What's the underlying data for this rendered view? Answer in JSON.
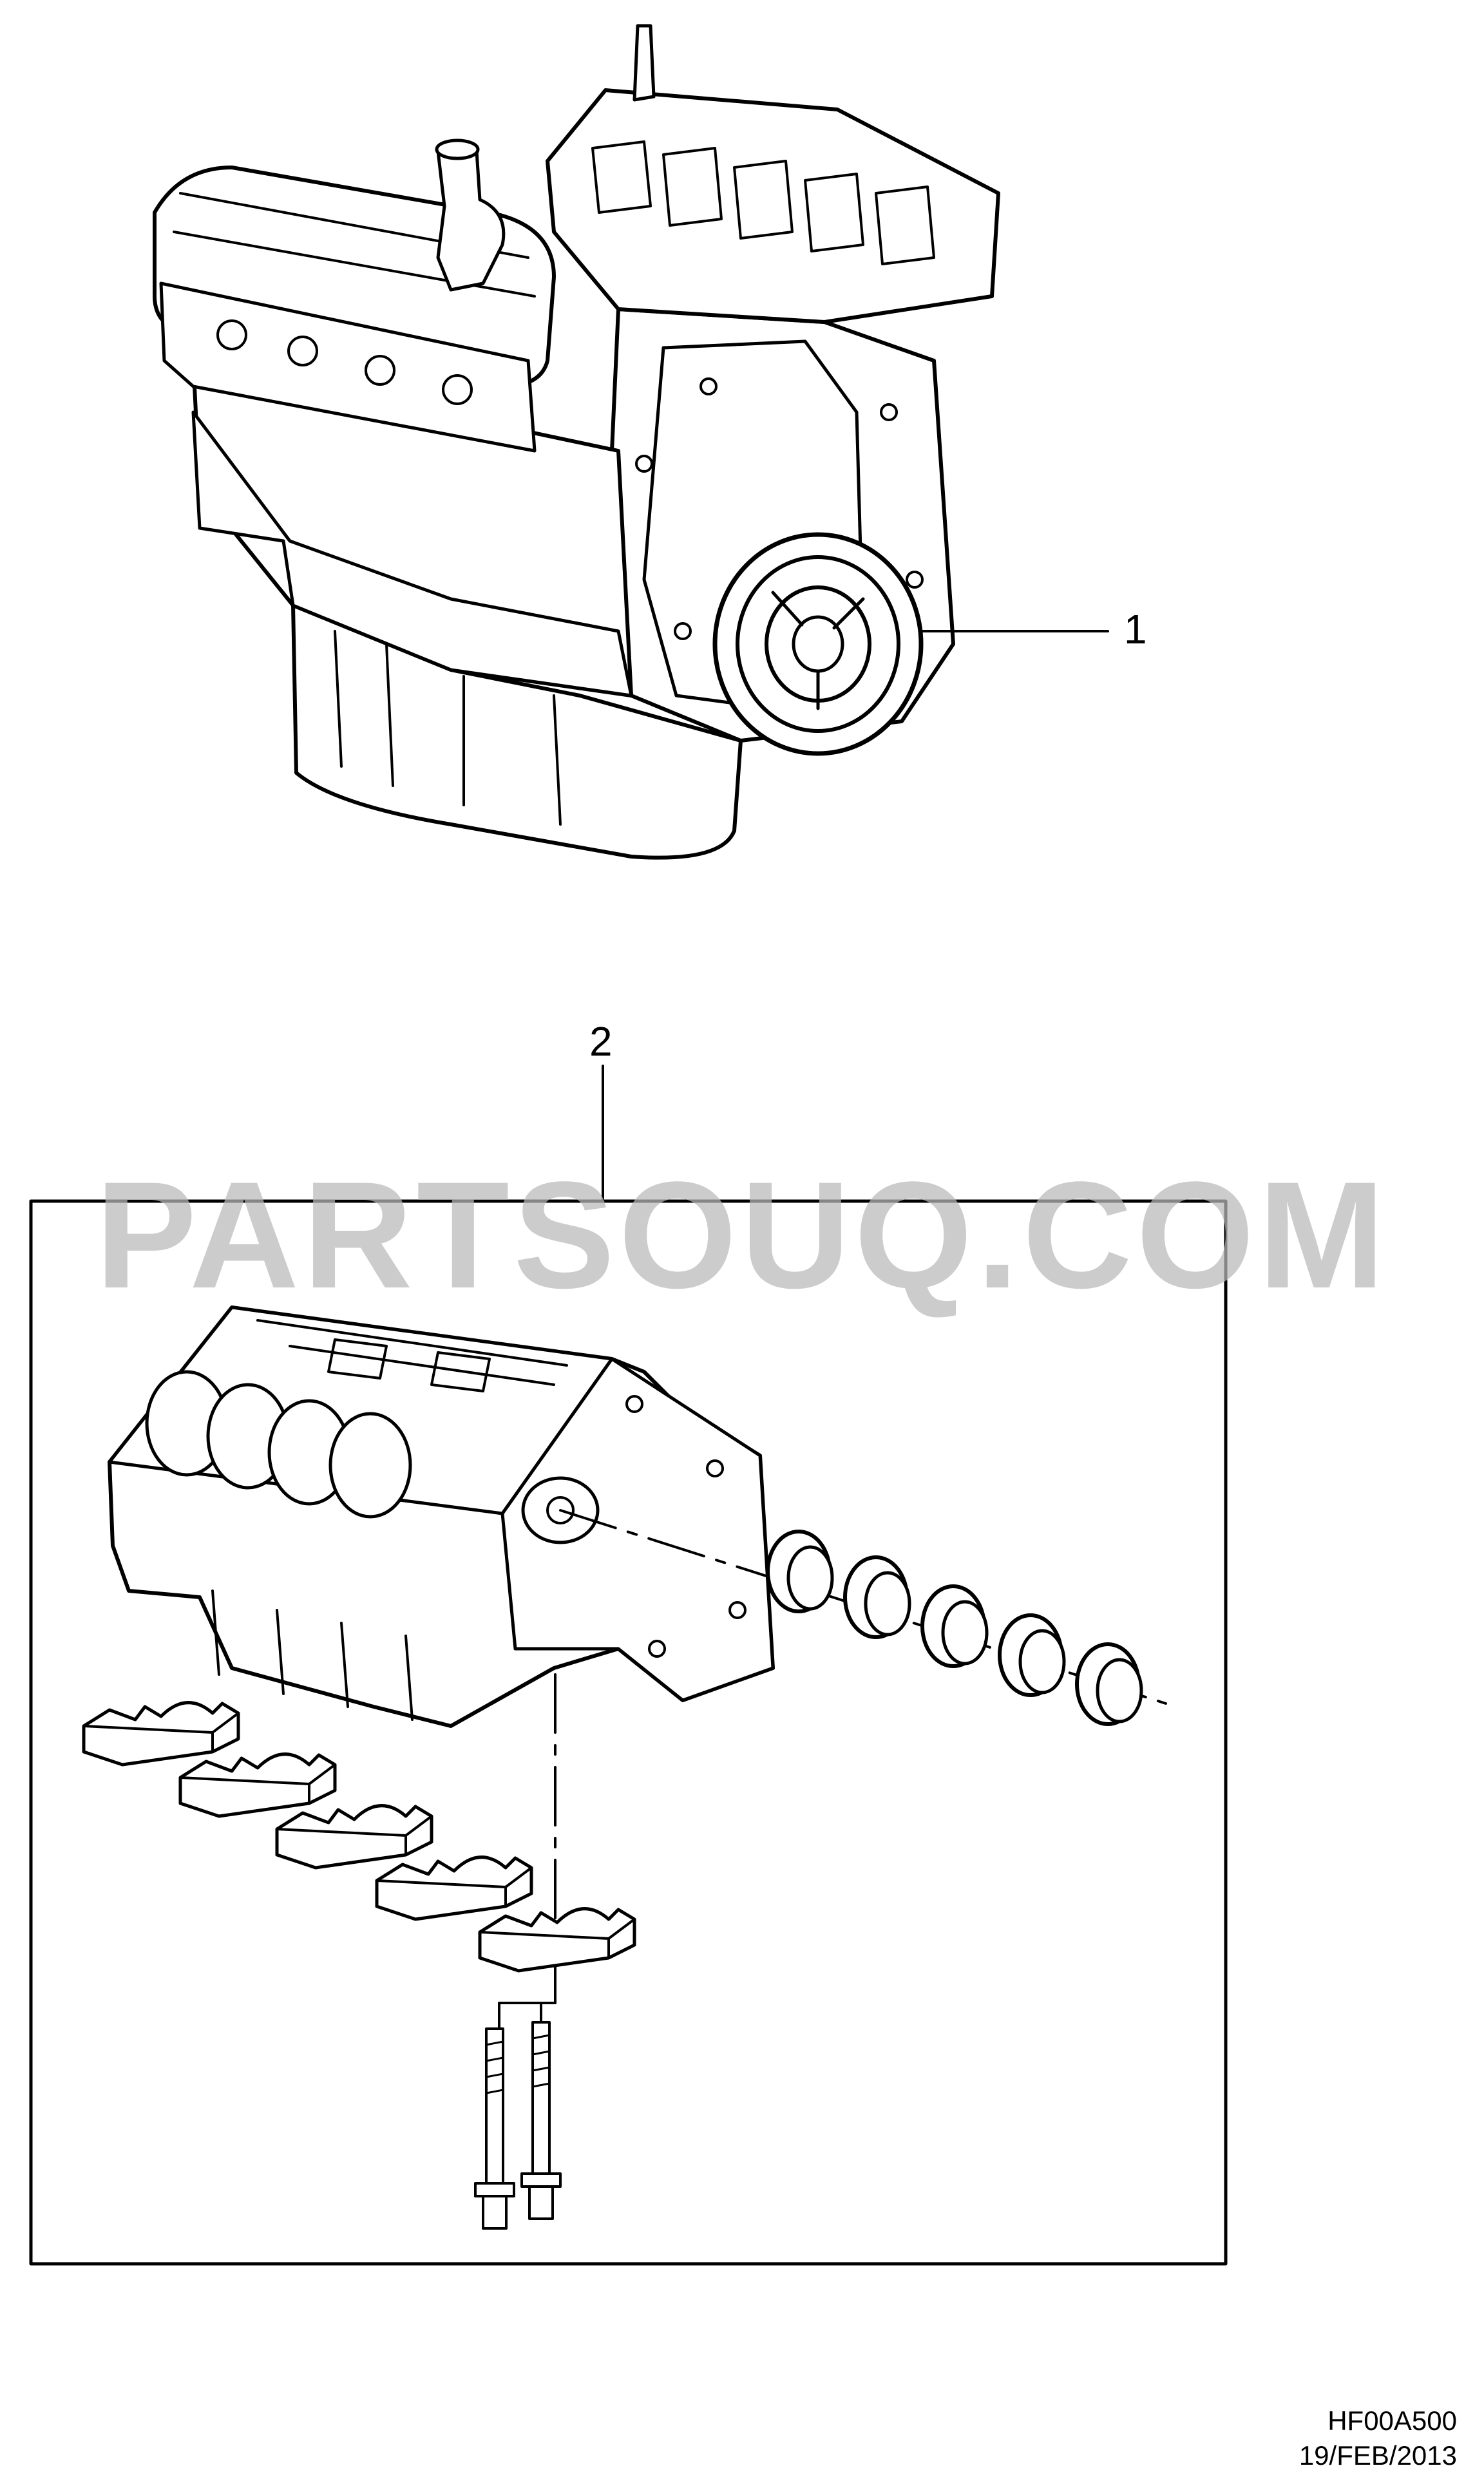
{
  "callouts": [
    {
      "number": "1",
      "part": "engine assembly"
    },
    {
      "number": "2",
      "part": "engine block kit"
    }
  ],
  "watermark": "PARTSOUQ.COM",
  "footer": {
    "diagram_code": "HF00A500",
    "date": "19/FEB/2013"
  }
}
